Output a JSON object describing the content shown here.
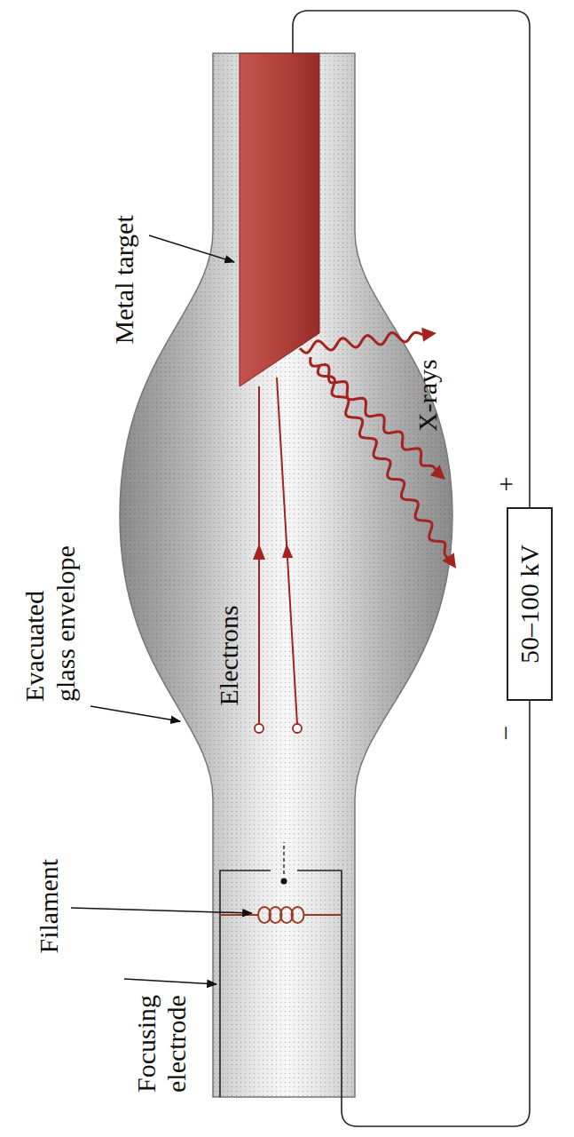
{
  "diagram": {
    "nodes": [
      {
        "text": [
          "50–100 kV"
        ]
      }
    ],
    "labels": [
      "Evacuated glass envelope",
      "Metal target",
      "X-rays",
      "Electrons",
      "Filament",
      "Focusing electrode",
      "+",
      "−"
    ]
  }
}
